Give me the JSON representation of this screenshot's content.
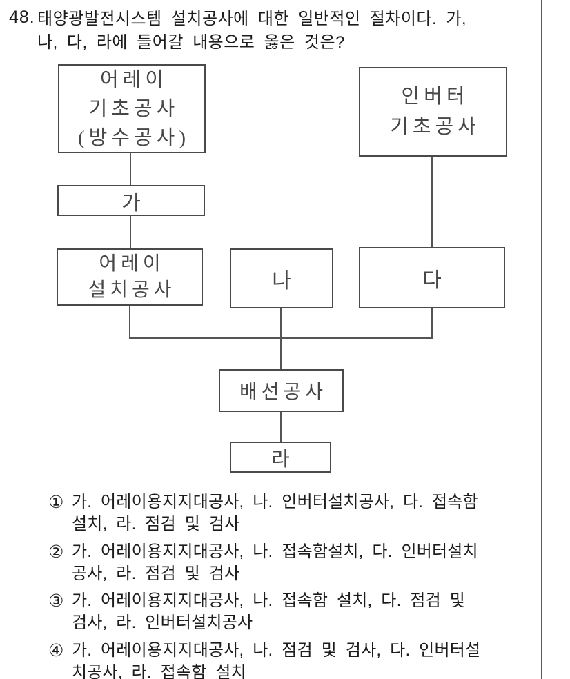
{
  "question": {
    "number": "48.",
    "line1": "태양광발전시스템 설치공사에 대한 일반적인 절차이다. 가,",
    "line2": "나, 다, 라에 들어갈 내용으로 옳은 것은?"
  },
  "flowchart": {
    "array_foundation": {
      "line1": "어레이",
      "line2": "기초공사",
      "line3": "(방수공사)"
    },
    "ga": {
      "label": "가"
    },
    "inverter_foundation": {
      "line1": "인버터",
      "line2": "기초공사"
    },
    "array_install": {
      "line1": "어레이",
      "line2": "설치공사"
    },
    "na": {
      "label": "나"
    },
    "da": {
      "label": "다"
    },
    "wiring": {
      "label": "배선공사"
    },
    "ra": {
      "label": "라"
    }
  },
  "choices": [
    {
      "marker": "①",
      "line1": "가. 어레이용지지대공사, 나. 인버터설치공사, 다. 접속함",
      "line2": "설치, 라. 점검 및 검사"
    },
    {
      "marker": "②",
      "line1": "가. 어레이용지지대공사, 나. 접속함설치, 다. 인버터설치",
      "line2": "공사, 라. 점검 및 검사"
    },
    {
      "marker": "③",
      "line1": "가. 어레이용지지대공사, 나. 접속함 설치, 다. 점검 및",
      "line2": "검사, 라. 인버터설치공사"
    },
    {
      "marker": "④",
      "line1": "가. 어레이용지지대공사, 나. 점검 및 검사, 다. 인버터설",
      "line2": "치공사, 라. 접속함 설치"
    }
  ]
}
